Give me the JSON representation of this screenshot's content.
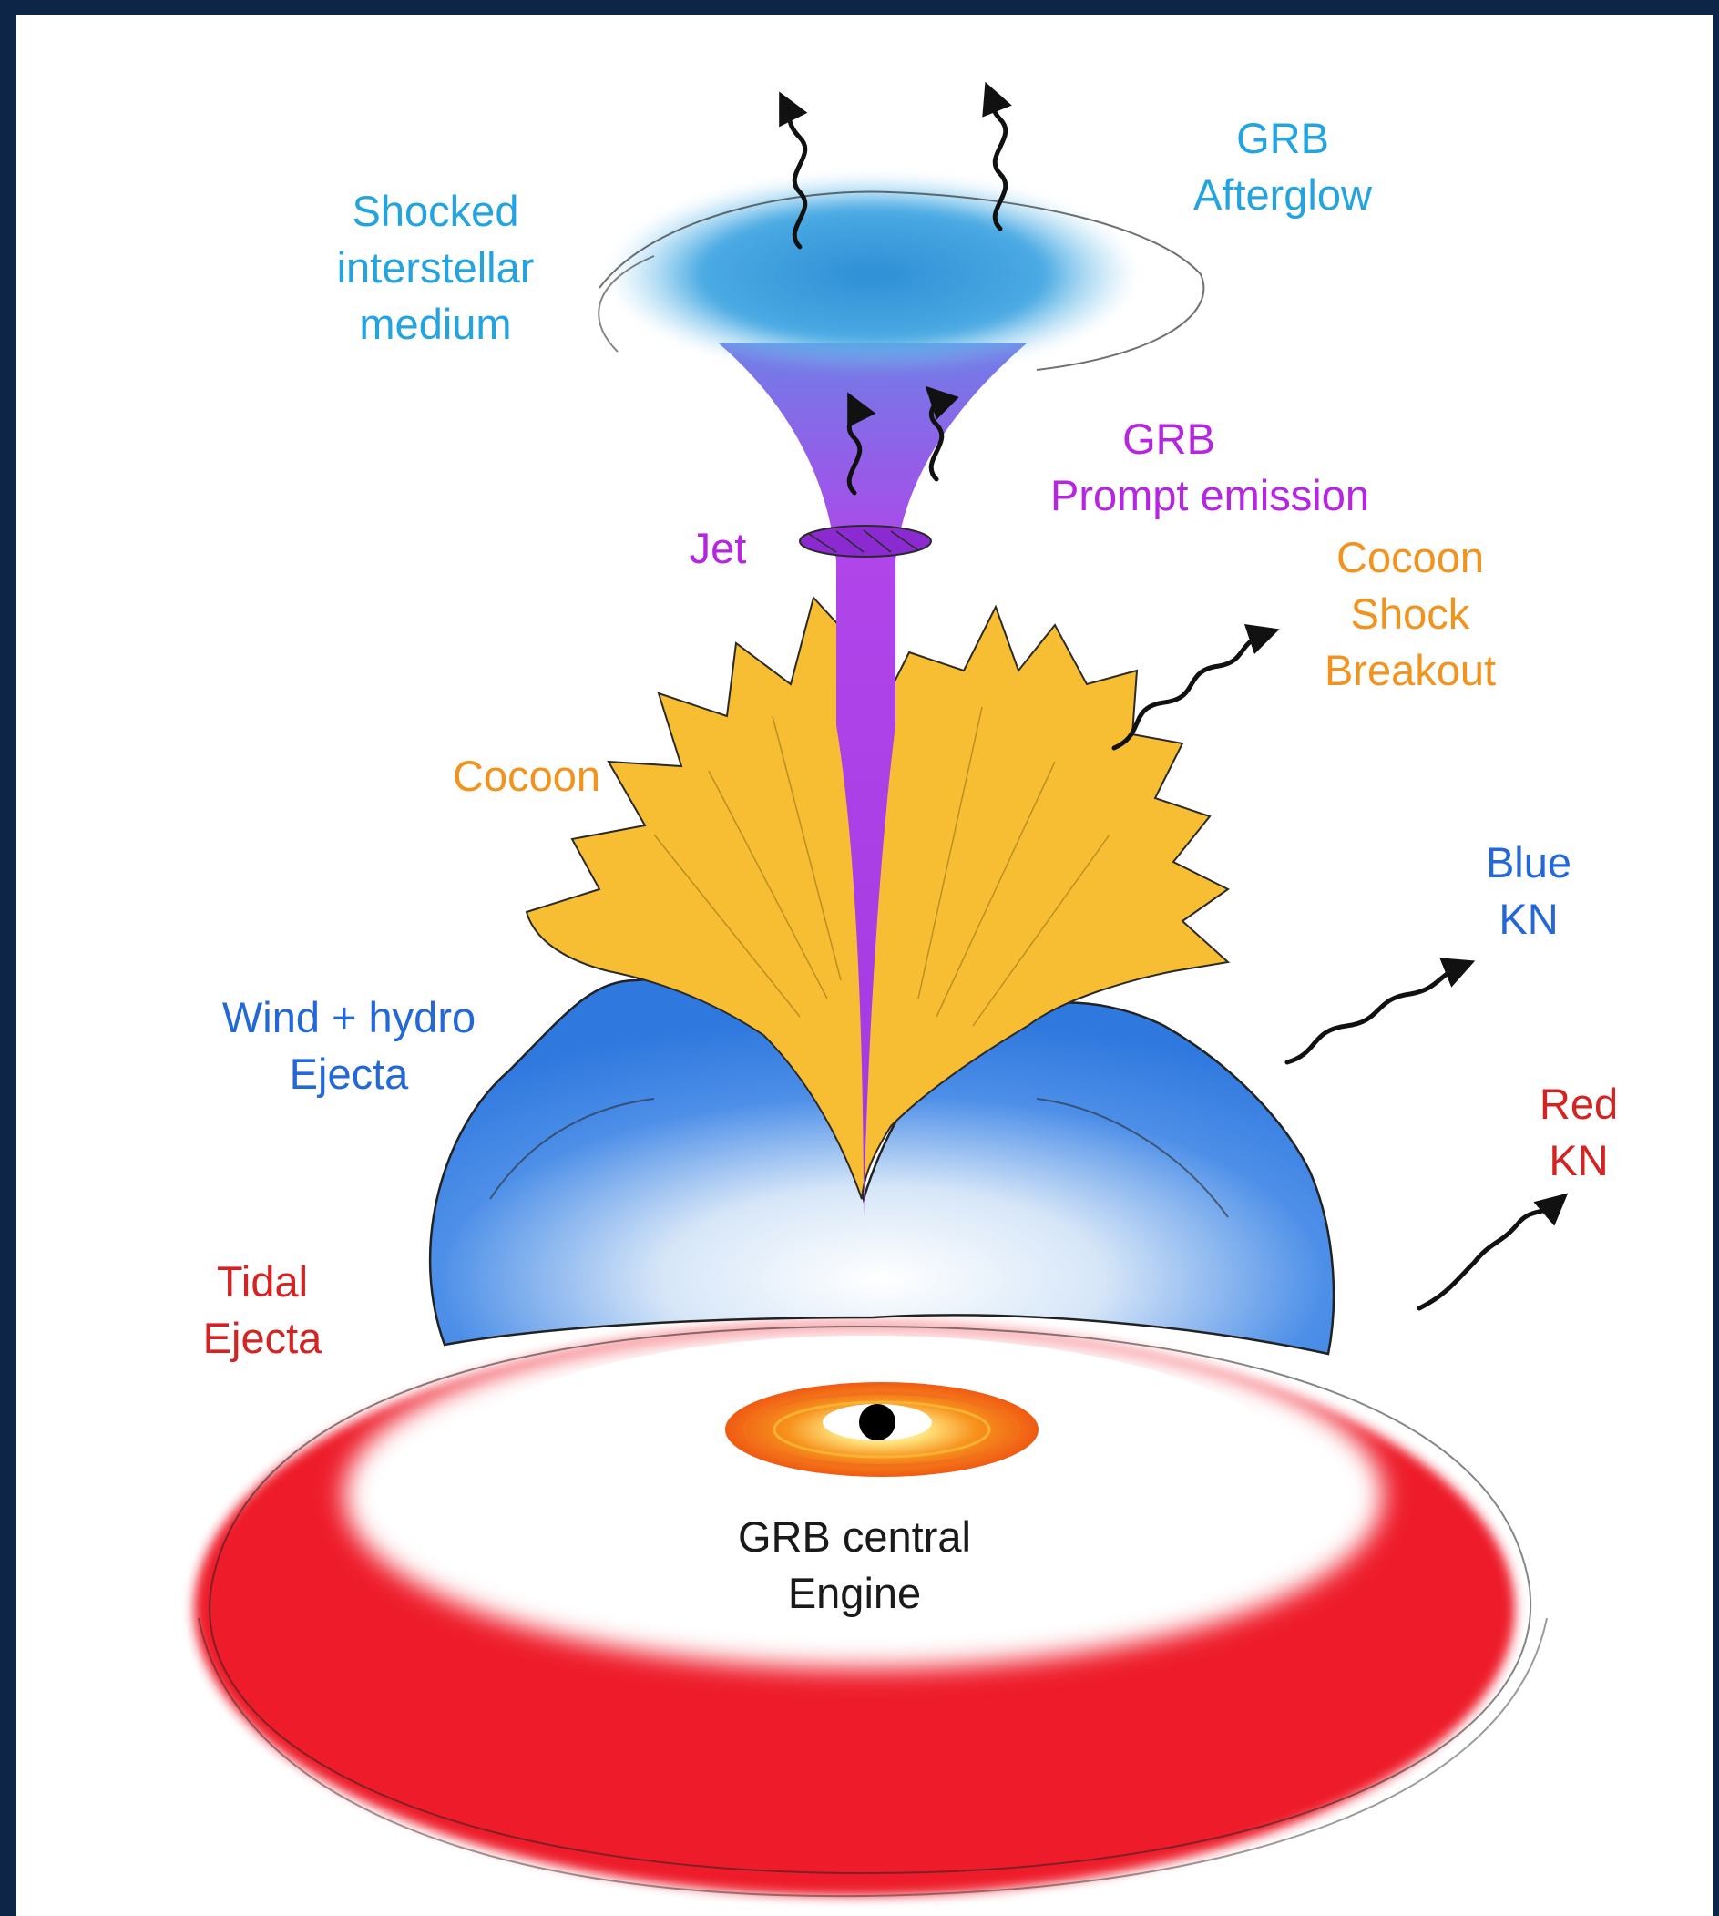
{
  "colors": {
    "frame": "#0d2647",
    "paper": "#ffffff",
    "ism_label": "#23a4e0",
    "jet_label": "#b525e2",
    "cocoon_label": "#f2931e",
    "wind_label": "#2368d6",
    "tidal_label": "#d32424",
    "engine_label": "#1a1a1a",
    "ism_fill": "#3fa0dc",
    "jet_fill": "#b04ae8",
    "cocoon_fill": "#f7be34",
    "wind_fill": "#3f86e6",
    "tidal_fill": "#ee1d2c",
    "disk_fill": "#f47a1a"
  },
  "labels": {
    "ism": [
      "Shocked",
      "interstellar",
      "medium"
    ],
    "afterglow": [
      "GRB",
      "Afterglow"
    ],
    "prompt": [
      "GRB",
      "Prompt emission"
    ],
    "jet": [
      "Jet"
    ],
    "shock_breakout": [
      "Cocoon",
      "Shock",
      "Breakout"
    ],
    "cocoon": [
      "Cocoon"
    ],
    "blue_kn": [
      "Blue",
      "KN"
    ],
    "wind": [
      "Wind + hydro",
      "Ejecta"
    ],
    "red_kn": [
      "Red",
      "KN"
    ],
    "tidal": [
      "Tidal",
      "Ejecta"
    ],
    "engine": [
      "GRB central",
      "Engine"
    ]
  }
}
